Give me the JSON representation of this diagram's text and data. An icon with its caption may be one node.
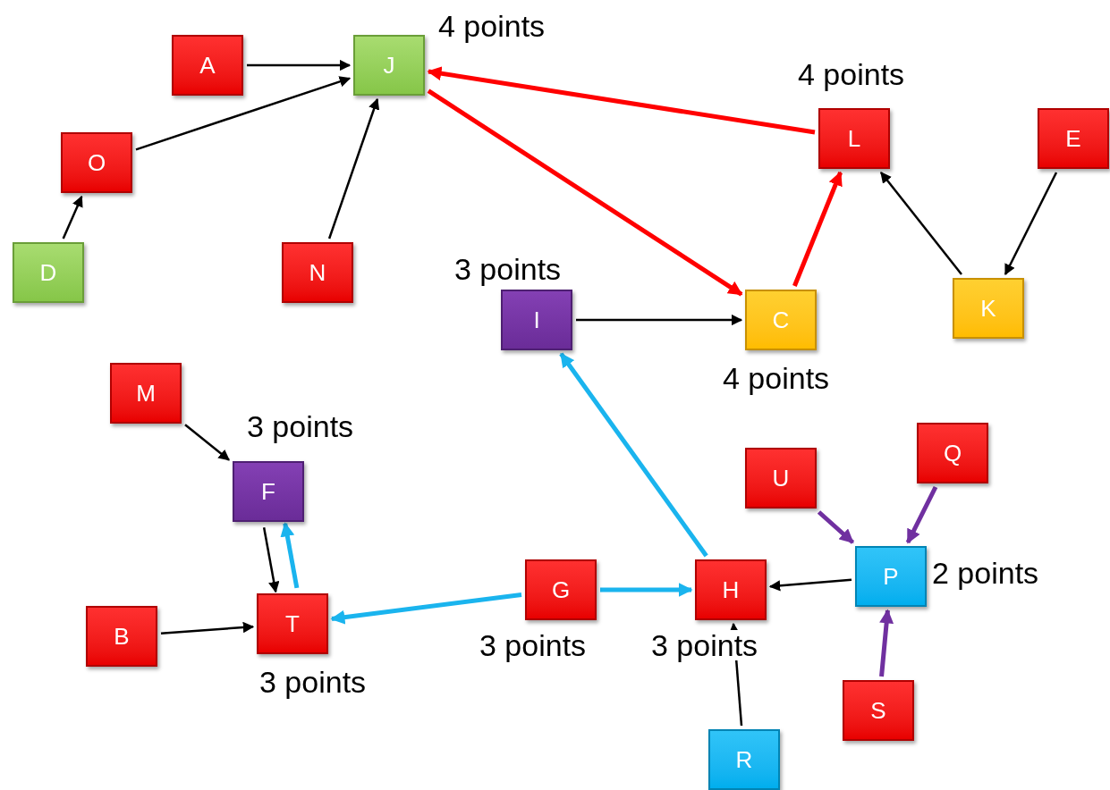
{
  "diagram": {
    "nodes": [
      {
        "text": [
          "A"
        ]
      },
      {
        "text": [
          "J"
        ],
        "beside": [
          "4 points"
        ]
      },
      {
        "text": [
          "O"
        ]
      },
      {
        "text": [
          "L"
        ],
        "beside": [
          "4 points"
        ]
      },
      {
        "text": [
          "E"
        ]
      },
      {
        "text": [
          "D"
        ]
      },
      {
        "text": [
          "N"
        ]
      },
      {
        "text": [
          "I"
        ],
        "beside": [
          "3 points"
        ]
      },
      {
        "text": [
          "C"
        ],
        "beside": [
          "4 points"
        ]
      },
      {
        "text": [
          "K"
        ]
      },
      {
        "text": [
          "M"
        ]
      },
      {
        "text": [
          "F"
        ],
        "beside": [
          "3 points"
        ]
      },
      {
        "text": [
          "U"
        ]
      },
      {
        "text": [
          "Q"
        ]
      },
      {
        "text": [
          "P"
        ],
        "beside": [
          "2 points"
        ]
      },
      {
        "text": [
          "G"
        ],
        "beside": [
          "3 points"
        ]
      },
      {
        "text": [
          "H"
        ],
        "beside": [
          "3 points"
        ]
      },
      {
        "text": [
          "B"
        ]
      },
      {
        "text": [
          "T"
        ],
        "beside": [
          "3 points"
        ]
      },
      {
        "text": [
          "S"
        ]
      },
      {
        "text": [
          "R"
        ]
      }
    ],
    "edges": [
      {
        "from": 0,
        "to": 1,
        "arrow": "to"
      },
      {
        "from": 2,
        "to": 1,
        "arrow": "to"
      },
      {
        "from": 5,
        "to": 2,
        "arrow": "to"
      },
      {
        "from": 6,
        "to": 1,
        "arrow": "to"
      },
      {
        "from": 3,
        "to": 1,
        "arrow": "to",
        "style": "thick",
        "color": "#ff0000"
      },
      {
        "from": 1,
        "to": 8,
        "arrow": "to",
        "style": "thick",
        "color": "#ff0000"
      },
      {
        "from": 8,
        "to": 3,
        "arrow": "to",
        "style": "thick",
        "color": "#ff0000"
      },
      {
        "from": 9,
        "to": 3,
        "arrow": "to"
      },
      {
        "from": 4,
        "to": 9,
        "arrow": "to"
      },
      {
        "from": 7,
        "to": 8,
        "arrow": "to"
      },
      {
        "from": 16,
        "to": 7,
        "arrow": "to",
        "style": "thick",
        "color": "#1ab4ee"
      },
      {
        "from": 10,
        "to": 11,
        "arrow": "to"
      },
      {
        "from": 11,
        "to": 18,
        "arrow": "to"
      },
      {
        "from": 18,
        "to": 11,
        "arrow": "to",
        "style": "thick",
        "color": "#1ab4ee"
      },
      {
        "from": 17,
        "to": 18,
        "arrow": "to"
      },
      {
        "from": 15,
        "to": 18,
        "arrow": "to",
        "style": "thick",
        "color": "#1ab4ee"
      },
      {
        "from": 15,
        "to": 16,
        "arrow": "to",
        "style": "thick",
        "color": "#1ab4ee"
      },
      {
        "from": 14,
        "to": 16,
        "arrow": "to"
      },
      {
        "from": 12,
        "to": 14,
        "arrow": "to",
        "style": "thick",
        "color": "#7030a0"
      },
      {
        "from": 13,
        "to": 14,
        "arrow": "to",
        "style": "thick",
        "color": "#7030a0"
      },
      {
        "from": 19,
        "to": 14,
        "arrow": "to",
        "style": "thick",
        "color": "#7030a0"
      },
      {
        "from": 20,
        "to": 16,
        "arrow": "to"
      }
    ]
  }
}
